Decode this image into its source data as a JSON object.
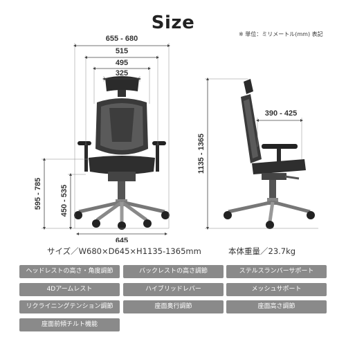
{
  "page": {
    "title": "Size",
    "unit_note": "※ 単位：ミリメートル(mm) 表記"
  },
  "front_dims": {
    "width_outer": "655 - 680",
    "width_515": "515",
    "width_495": "495",
    "width_325": "325",
    "seat_height": "595 - 785",
    "armrest_height": "450 - 535",
    "depth_base": "645"
  },
  "side_dims": {
    "total_height": "1135 - 1365",
    "armrest_depth": "390 - 425"
  },
  "specs": {
    "size_label": "サイズ／W680×D645×H1135-1365mm",
    "weight_label": "本体重量／23.7kg"
  },
  "features": [
    "ヘッドレストの高さ・角度調節",
    "バックレストの高さ調節",
    "ステルスランバーサポート",
    "4Dアームレスト",
    "ハイブリッドレバー",
    "メッシュサポート",
    "リクライニングテンション調節",
    "座面奥行調節",
    "座面高さ調節",
    "座面前傾チルト機能"
  ]
}
